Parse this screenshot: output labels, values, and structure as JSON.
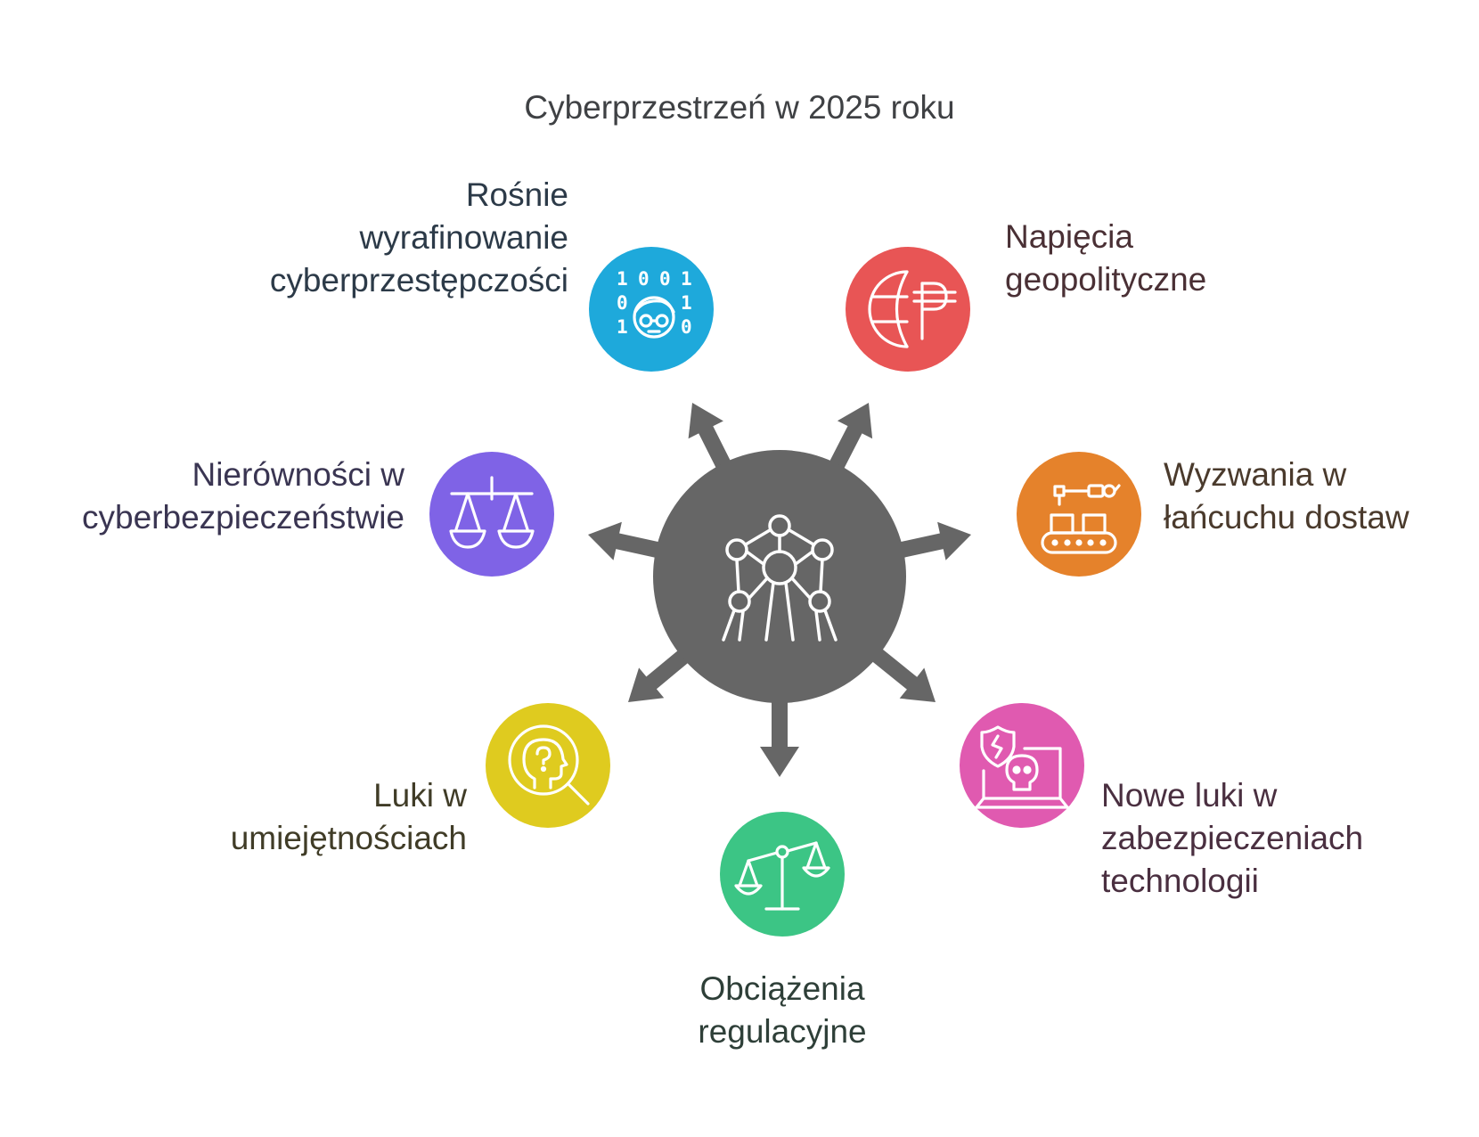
{
  "title": "Cyberprzestrzeń w 2025 roku",
  "nodes": [
    {
      "id": "cybercrime",
      "lines": [
        "Rośnie",
        "wyrafinowanie",
        "cyberprzestępczości"
      ],
      "color": "#1ea9db",
      "text_color": "#2c3a48",
      "icon": "binary-hacker-icon"
    },
    {
      "id": "geopolitics",
      "lines": [
        "Napięcia",
        "geopolityczne"
      ],
      "color": "#e85555",
      "text_color": "#4a3035",
      "icon": "globe-currency-icon"
    },
    {
      "id": "supply-chain",
      "lines": [
        "Wyzwania w",
        "łańcuchu dostaw"
      ],
      "color": "#e5822b",
      "text_color": "#4a3a2c",
      "icon": "conveyor-robot-arm-icon"
    },
    {
      "id": "tech-vulnerabilities",
      "lines": [
        "Nowe luki w",
        "zabezpieczeniach",
        "technologii"
      ],
      "color": "#e05ab0",
      "text_color": "#4a2f40",
      "icon": "broken-shield-skull-laptop-icon"
    },
    {
      "id": "regulation",
      "lines": [
        "Obciążenia",
        "regulacyjne"
      ],
      "color": "#3cc585",
      "text_color": "#2e3f38",
      "icon": "tilted-scales-icon"
    },
    {
      "id": "skills-gap",
      "lines": [
        "Luki w",
        "umiejętnościach"
      ],
      "color": "#dfcb1f",
      "text_color": "#403c27",
      "icon": "head-question-magnifier-icon"
    },
    {
      "id": "inequality",
      "lines": [
        "Nierówności w",
        "cyberbezpieczeństwie"
      ],
      "color": "#7f63e6",
      "text_color": "#3a3552",
      "icon": "balance-scales-icon"
    }
  ],
  "hub": {
    "color": "#666666",
    "icon": "atomium-network-icon"
  },
  "arrow_color": "#666666"
}
